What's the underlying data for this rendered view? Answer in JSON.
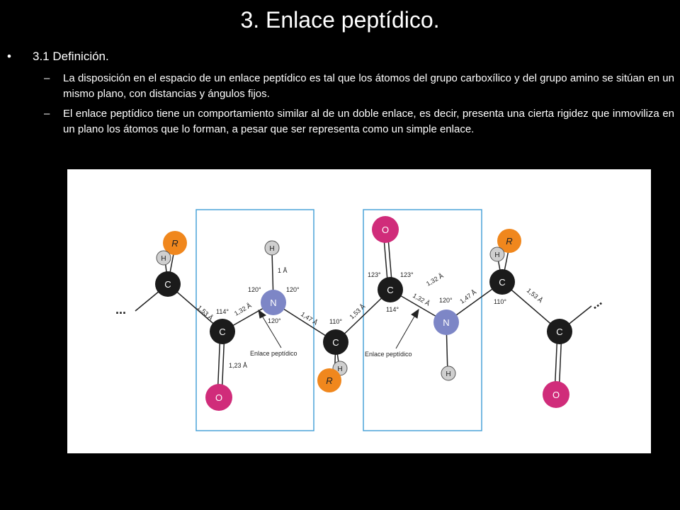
{
  "slide": {
    "title": "3. Enlace peptídico.",
    "bullet_marker": "•",
    "section": "3.1 Definición.",
    "dash": "–",
    "points": [
      "La disposición en el espacio de un enlace peptídico es tal que los átomos del grupo carboxílico y del grupo amino se sitúan en un mismo plano, con distancias y ángulos fijos.",
      "El enlace peptídico tiene un comportamiento similar al de un doble enlace, es decir, presenta una cierta rigidez que inmoviliza en un plano los átomos que lo forman, a pesar que ser representa como un simple enlace."
    ]
  },
  "diagram": {
    "colors": {
      "carbon": "#1b1b1b",
      "nitrogen": "#7d86c6",
      "oxygen": "#d02c7a",
      "r_group": "#f0871d",
      "hydrogen": "#cfcfcf",
      "box": "#4aa3d8"
    },
    "atoms": {
      "c": "C",
      "n": "N",
      "o": "O",
      "h": "H",
      "r": "R",
      "dots": "..."
    },
    "labels": {
      "bond_153": "1,53 Å",
      "bond_132": "1,32 Å",
      "bond_147": "1,47 Å",
      "bond_123": "1,23 Å",
      "bond_1": "1 Å",
      "angle_114": "114°",
      "angle_120": "120°",
      "angle_110": "110°",
      "angle_123": "123°",
      "peptide_bond": "Enlace peptídico"
    }
  }
}
